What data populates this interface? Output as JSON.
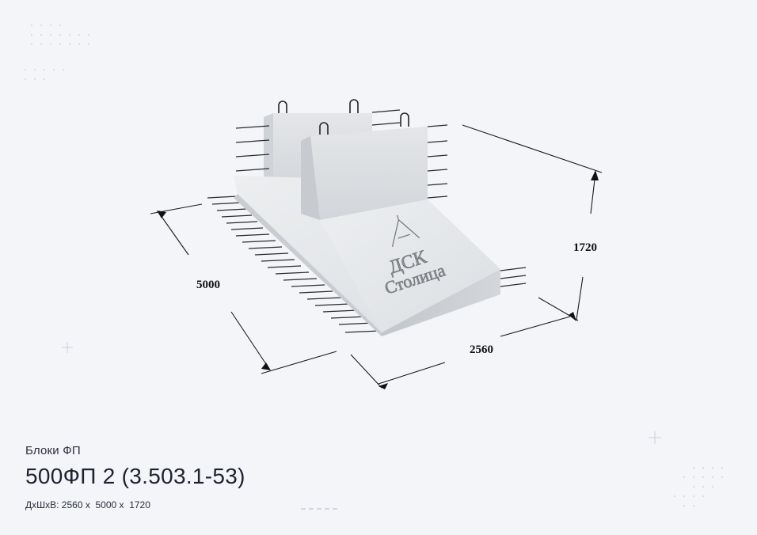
{
  "product": {
    "category": "Блоки ФП",
    "title": "500ФП 2 (3.503.1-53)",
    "dimensions_text": "ДхШхВ: 2560 x  5000 x  1720"
  },
  "drawing": {
    "dim_length": "5000",
    "dim_width": "2560",
    "dim_height": "1720",
    "stamp_line1": "ДСК",
    "stamp_line2": "Столица"
  },
  "colors": {
    "background": "#f3f5f9",
    "concrete_light": "#e6e9ec",
    "concrete_mid": "#d3d7db",
    "concrete_dark": "#bcc1c6",
    "rebar": "#2a2a2a"
  },
  "icons": [
    "plus-decoration-icon",
    "dot-grid-decoration-icon"
  ]
}
